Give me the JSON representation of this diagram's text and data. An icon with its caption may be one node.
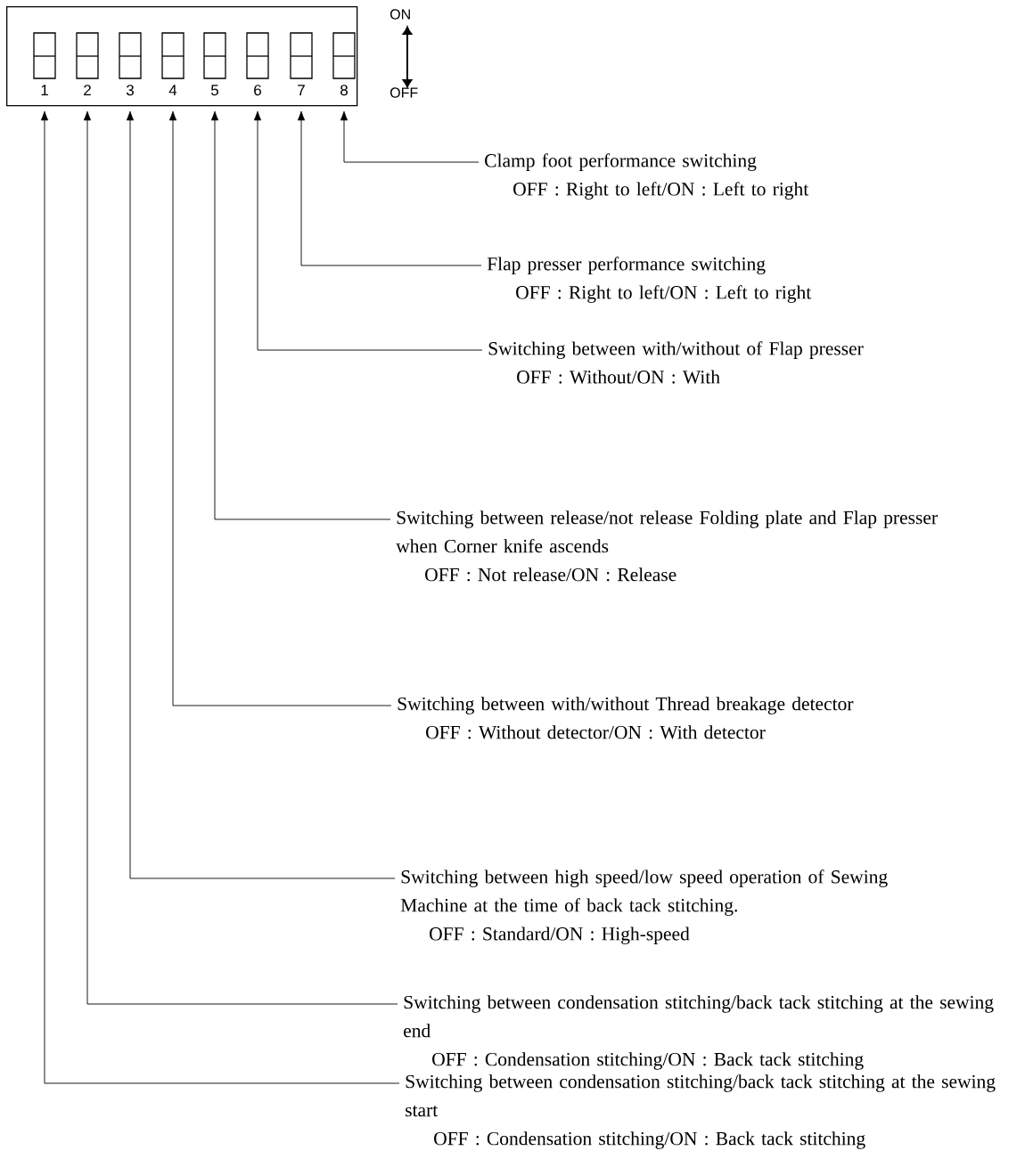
{
  "diagram": {
    "nodes": [
      {
        "text": [],
        "shape": "box"
      },
      {
        "text": [
          "1"
        ],
        "in": 0
      },
      {
        "text": [
          "2"
        ],
        "in": 0
      },
      {
        "text": [
          "3"
        ],
        "in": 0
      },
      {
        "text": [
          "4"
        ],
        "in": 0
      },
      {
        "text": [
          "5"
        ],
        "in": 0
      },
      {
        "text": [
          "6"
        ],
        "in": 0
      },
      {
        "text": [
          "7"
        ],
        "in": 0
      },
      {
        "text": [
          "8"
        ],
        "in": 0
      },
      {
        "text": [
          "Clamp foot performance switching",
          "OFF : Right to left/ON : Left to right"
        ]
      },
      {
        "text": [
          "Flap presser performance switching",
          "OFF : Right to left/ON : Left to right"
        ]
      },
      {
        "text": [
          "Switching between with/without of Flap presser",
          "OFF : Without/ON : With"
        ]
      },
      {
        "text": [
          "Switching between release/not release Folding plate and Flap presser when Corner knife ascends",
          "OFF : Not release/ON : Release"
        ]
      },
      {
        "text": [
          "Switching between with/without Thread breakage detector",
          "OFF : Without detector/ON : With detector"
        ]
      },
      {
        "text": [
          "Switching between high speed/low speed operation of Sewing Machine at the time of back tack stitching.",
          "OFF : Standard/ON : High-speed"
        ]
      },
      {
        "text": [
          "Switching between condensation stitching/back tack stitching at the sewing end",
          "OFF : Condensation stitching/ON : Back tack stitching"
        ]
      },
      {
        "text": [
          "Switching between condensation stitching/back tack stitching at the sewing start",
          "OFF : Condensation stitching/ON : Back tack stitching"
        ]
      }
    ],
    "edges": [
      {
        "from": 9,
        "to": 8,
        "arrow": "to"
      },
      {
        "from": 10,
        "to": 7,
        "arrow": "to"
      },
      {
        "from": 11,
        "to": 6,
        "arrow": "to"
      },
      {
        "from": 12,
        "to": 5,
        "arrow": "to"
      },
      {
        "from": 13,
        "to": 4,
        "arrow": "to"
      },
      {
        "from": 14,
        "to": 3,
        "arrow": "to"
      },
      {
        "from": 15,
        "to": 2,
        "arrow": "to"
      },
      {
        "from": 16,
        "to": 1,
        "arrow": "to"
      }
    ],
    "labels": [
      "ON",
      "OFF"
    ]
  }
}
